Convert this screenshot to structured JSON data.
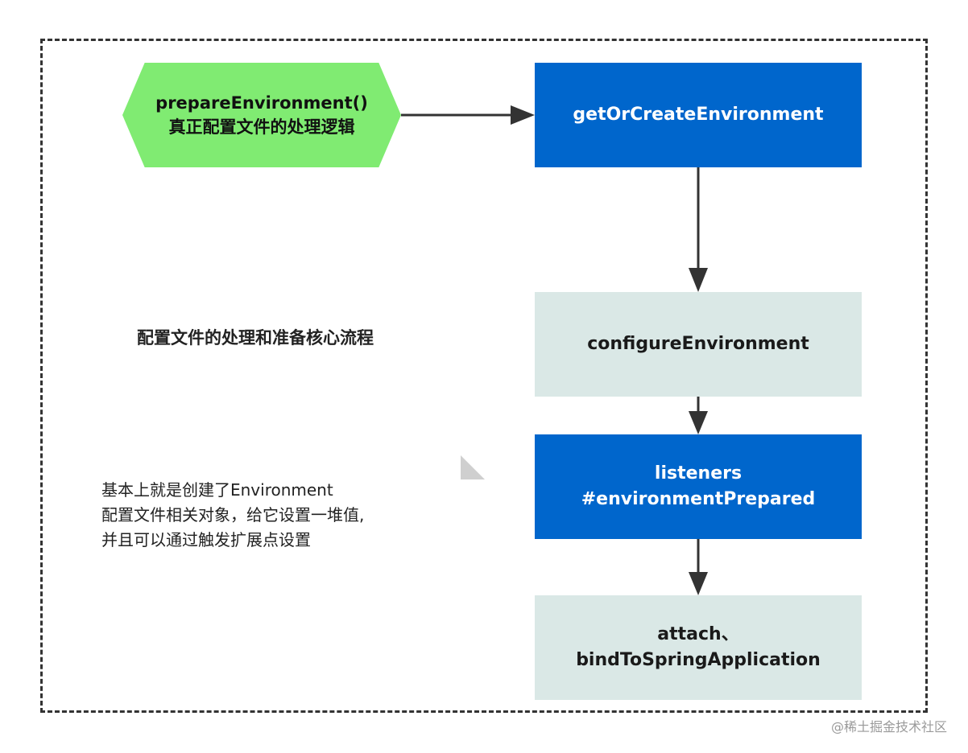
{
  "diagram": {
    "start": {
      "line1": "prepareEnvironment()",
      "line2": "真正配置文件的处理逻辑"
    },
    "steps": [
      {
        "line1": "getOrCreateEnvironment",
        "line2": ""
      },
      {
        "line1": "configureEnvironment",
        "line2": ""
      },
      {
        "line1": "listeners",
        "line2": "#environmentPrepared"
      },
      {
        "line1": "attach、",
        "line2": "bindToSpringApplication"
      }
    ],
    "center_title": "配置文件的处理和准备核心流程",
    "note": {
      "line1": "基本上就是创建了Environment",
      "line2": "配置文件相关对象，给它设置一堆值,",
      "line3": "并且可以通过触发扩展点设置"
    },
    "watermark": "@稀土掘金技术社区"
  },
  "colors": {
    "start_fill": "#80eb72",
    "blue_fill": "#0066cc",
    "light_fill": "#dae8e6",
    "arrow": "#333333"
  }
}
